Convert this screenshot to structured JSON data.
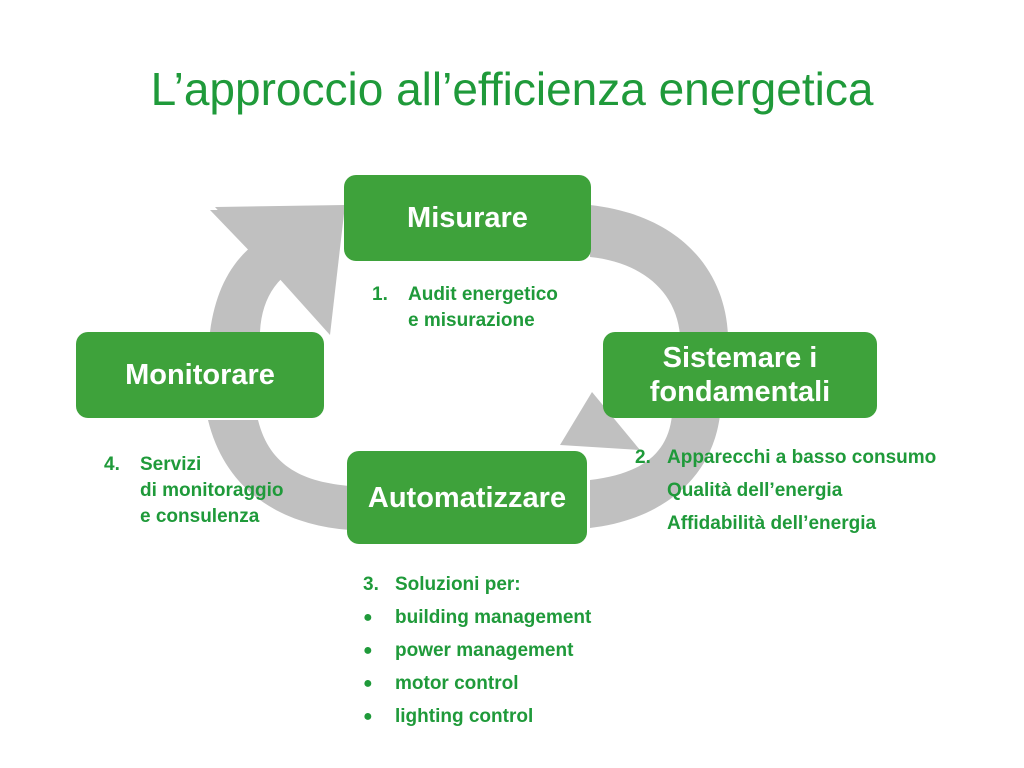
{
  "title": "L’approccio all’efficienza energetica",
  "colors": {
    "accent": "#3ea23b",
    "text_green": "#1f9a3a",
    "arrow_gray": "#c0c0c0"
  },
  "steps": {
    "misurare": "Misurare",
    "sistemare": [
      "Sistemare i",
      "fondamentali"
    ],
    "automatizzare": "Automatizzare",
    "monitorare": "Monitorare"
  },
  "notes": {
    "n1": {
      "num": "1.",
      "lines": [
        "Audit energetico",
        "e misurazione"
      ]
    },
    "n2": {
      "num": "2.",
      "lines": [
        "Apparecchi a basso consumo",
        "Qualità dell’energia",
        "Affidabilità dell’energia"
      ]
    },
    "n3": {
      "num": "3.",
      "heading": "Soluzioni per:",
      "bullets": [
        "building management",
        "power management",
        "motor control",
        "lighting control"
      ]
    },
    "n4": {
      "num": "4.",
      "lines": [
        "Servizi",
        "di monitoraggio",
        "e consulenza"
      ]
    }
  }
}
